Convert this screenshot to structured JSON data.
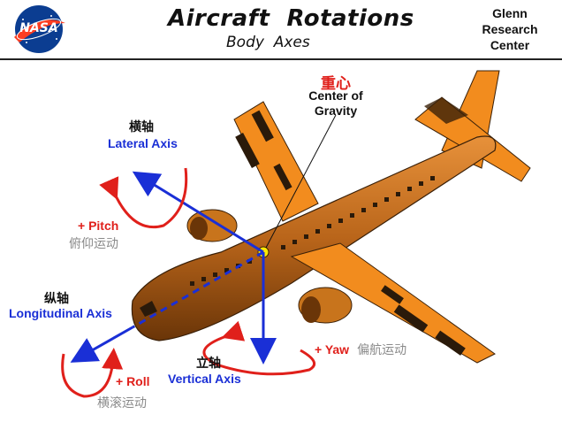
{
  "header": {
    "title": "Aircraft  Rotations",
    "subtitle": "Body  Axes",
    "center_lines": [
      "Glenn",
      "Research",
      "Center"
    ],
    "logo_text": "NASA"
  },
  "center_of_gravity": {
    "cn": "重心",
    "en_line1": "Center of",
    "en_line2": "Gravity"
  },
  "lateral_axis": {
    "cn": "横轴",
    "en": "Lateral Axis"
  },
  "pitch": {
    "en": "+ Pitch",
    "cn": "俯仰运动"
  },
  "longitudinal_axis": {
    "cn": "纵轴",
    "en": "Longitudinal Axis"
  },
  "roll": {
    "en": "+ Roll",
    "cn": "横滚运动"
  },
  "vertical_axis": {
    "cn": "立轴",
    "en": "Vertical Axis"
  },
  "yaw": {
    "en": "+ Yaw",
    "cn": "偏航运动"
  },
  "colors": {
    "axis_blue": "#1a2fd6",
    "rotation_red": "#e0201b",
    "fuselage": "#c8741c",
    "wing": "#f28c1e",
    "dark": "#2a1a0a"
  }
}
